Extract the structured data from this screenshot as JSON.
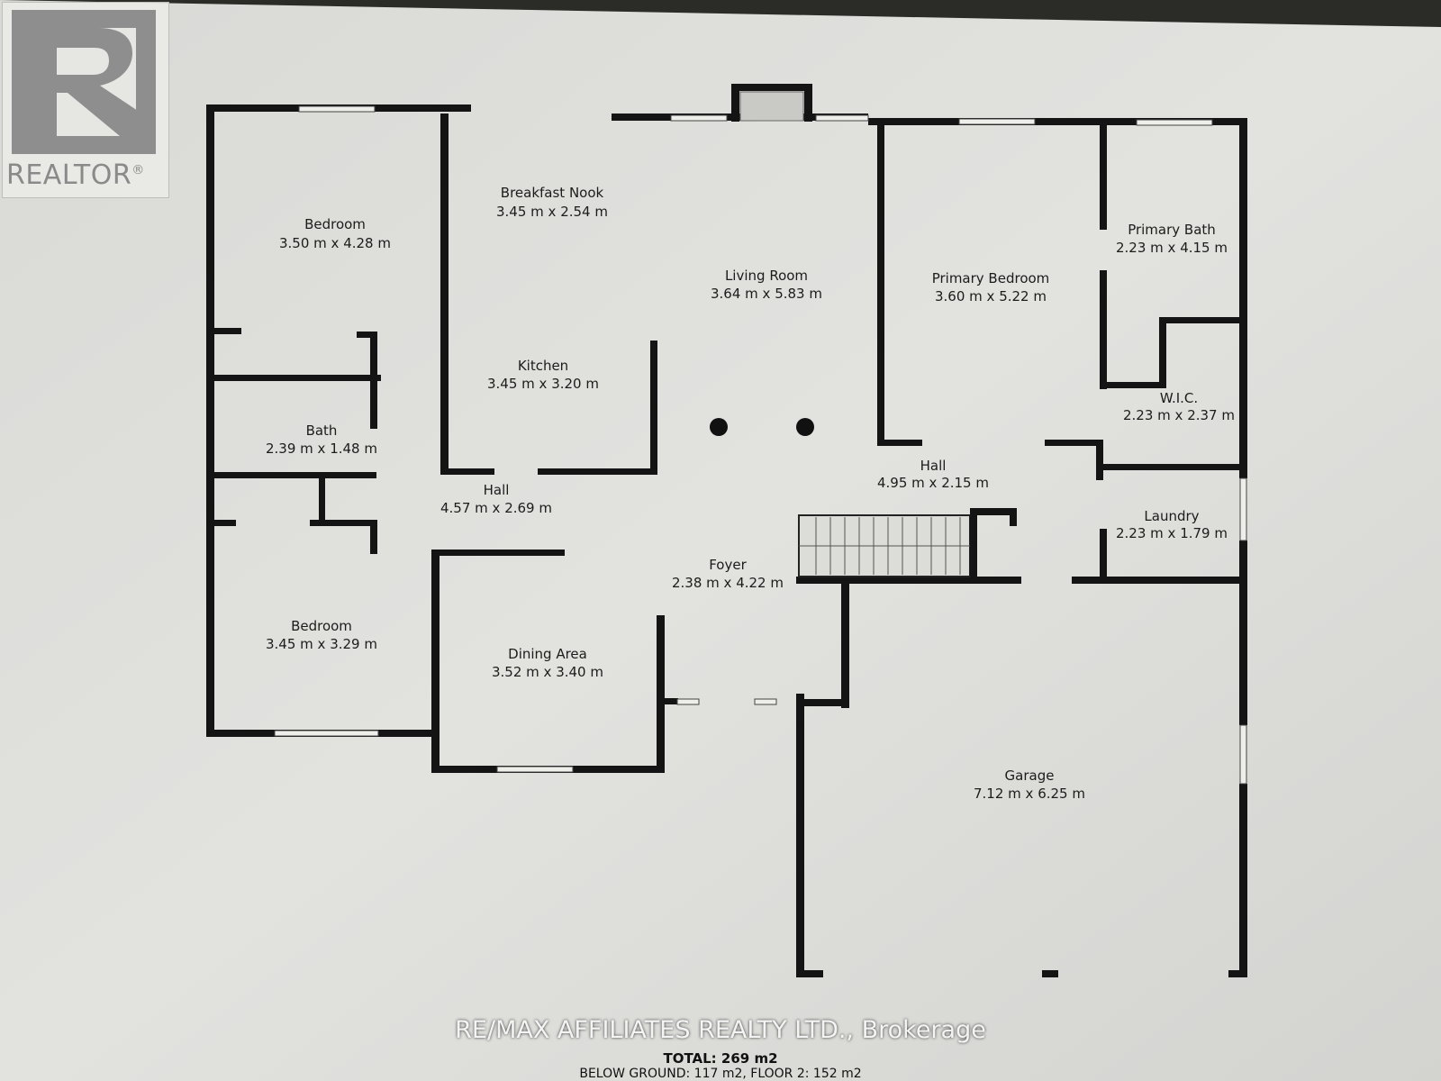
{
  "logo": {
    "text": "REALTOR",
    "mark": "®",
    "icon": "realtor-r-logo"
  },
  "rooms": [
    {
      "key": "bedroom_1",
      "name": "Bedroom",
      "dims": "3.50 m x 4.28 m"
    },
    {
      "key": "breakfast_nook",
      "name": "Breakfast Nook",
      "dims": "3.45 m x 2.54 m"
    },
    {
      "key": "living_room",
      "name": "Living Room",
      "dims": "3.64 m x 5.83 m"
    },
    {
      "key": "primary_bedroom",
      "name": "Primary Bedroom",
      "dims": "3.60 m x 5.22 m"
    },
    {
      "key": "primary_bath",
      "name": "Primary Bath",
      "dims": "2.23 m x 4.15 m"
    },
    {
      "key": "kitchen",
      "name": "Kitchen",
      "dims": "3.45 m x 3.20 m"
    },
    {
      "key": "wic",
      "name": "W.I.C.",
      "dims": "2.23 m x 2.37 m"
    },
    {
      "key": "bath",
      "name": "Bath",
      "dims": "2.39 m x 1.48 m"
    },
    {
      "key": "hall_left",
      "name": "Hall",
      "dims": "4.57 m x 2.69 m"
    },
    {
      "key": "hall_right",
      "name": "Hall",
      "dims": "4.95 m x 2.15 m"
    },
    {
      "key": "laundry",
      "name": "Laundry",
      "dims": "2.23 m x 1.79 m"
    },
    {
      "key": "foyer",
      "name": "Foyer",
      "dims": "2.38 m x 4.22 m"
    },
    {
      "key": "bedroom_2",
      "name": "Bedroom",
      "dims": "3.45 m x 3.29 m"
    },
    {
      "key": "dining_area",
      "name": "Dining Area",
      "dims": "3.52 m x 3.40 m"
    },
    {
      "key": "garage",
      "name": "Garage",
      "dims": "7.12 m x 6.25 m"
    }
  ],
  "footer": {
    "brokerage": "RE/MAX AFFILIATES REALTY LTD., Brokerage",
    "total": "TOTAL: 269 m2",
    "below": "BELOW GROUND: 117 m2, FLOOR 2: 152 m2"
  },
  "colors": {
    "paper": "#dcdcd9",
    "wall": "#141414",
    "background": "#2b2b28"
  }
}
